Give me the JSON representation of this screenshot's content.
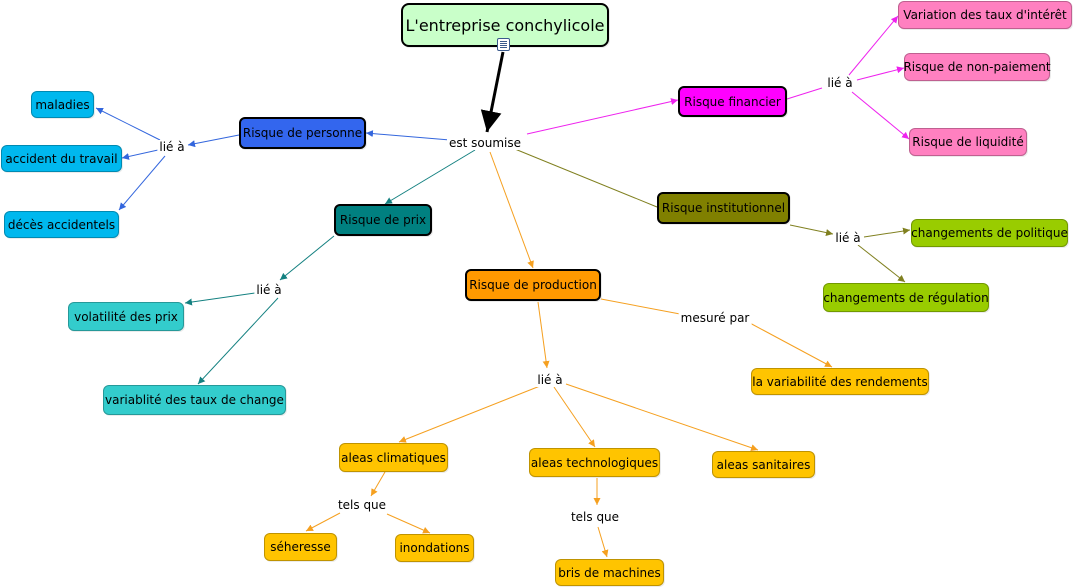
{
  "title": "L'entreprise conchylicole",
  "colors": {
    "root": "#c9ffc9",
    "personne": "#3366ee",
    "personne_child": "#00b8ee",
    "personne_line": "#3366dd",
    "prix": "#008080",
    "prix_child": "#33cccc",
    "prix_line": "#138080",
    "production": "#ff9900",
    "production_child": "#ffc400",
    "production_line": "#f5a020",
    "financier": "#ff00ff",
    "financier_child": "#ff80c0",
    "financier_line": "#ee22ee",
    "institutionnel": "#808000",
    "institutionnel_child": "#99cc00",
    "institutionnel_line": "#808020"
  },
  "nodes": {
    "root": "L'entreprise conchylicole",
    "risque_personne": "Risque de personne",
    "maladies": "maladies",
    "accident": "accident du travail",
    "deces": "décès accidentels",
    "risque_prix": "Risque de prix",
    "volatilite": "volatilité des prix",
    "variablite": "variablité des taux de change",
    "risque_production": "Risque de production",
    "rendements": "la variabilité des rendements",
    "climatiques": "aleas climatiques",
    "technologiques": "aleas technologiques",
    "sanitaires": "aleas sanitaires",
    "seheresse": "séheresse",
    "inondations": "inondations",
    "bris": "bris de machines",
    "risque_financier": "Risque financier",
    "taux_interet": "Variation des taux d'intérêt",
    "non_paiement": "Risque de non-paiement",
    "liquidite": "Risque de liquidité",
    "risque_institutionnel": "Risque institutionnel",
    "politique": "changements de politique",
    "regulation": "changements de régulation"
  },
  "links": {
    "est_soumise": "est soumise",
    "lie_personne": "lié à",
    "lie_prix": "lié à",
    "lie_production": "lié à",
    "mesure_par": "mesuré par",
    "tels_que_climat": "tels que",
    "tels_que_tech": "tels que",
    "lie_financier": "lié à",
    "lie_institutionnel": "lié à"
  }
}
